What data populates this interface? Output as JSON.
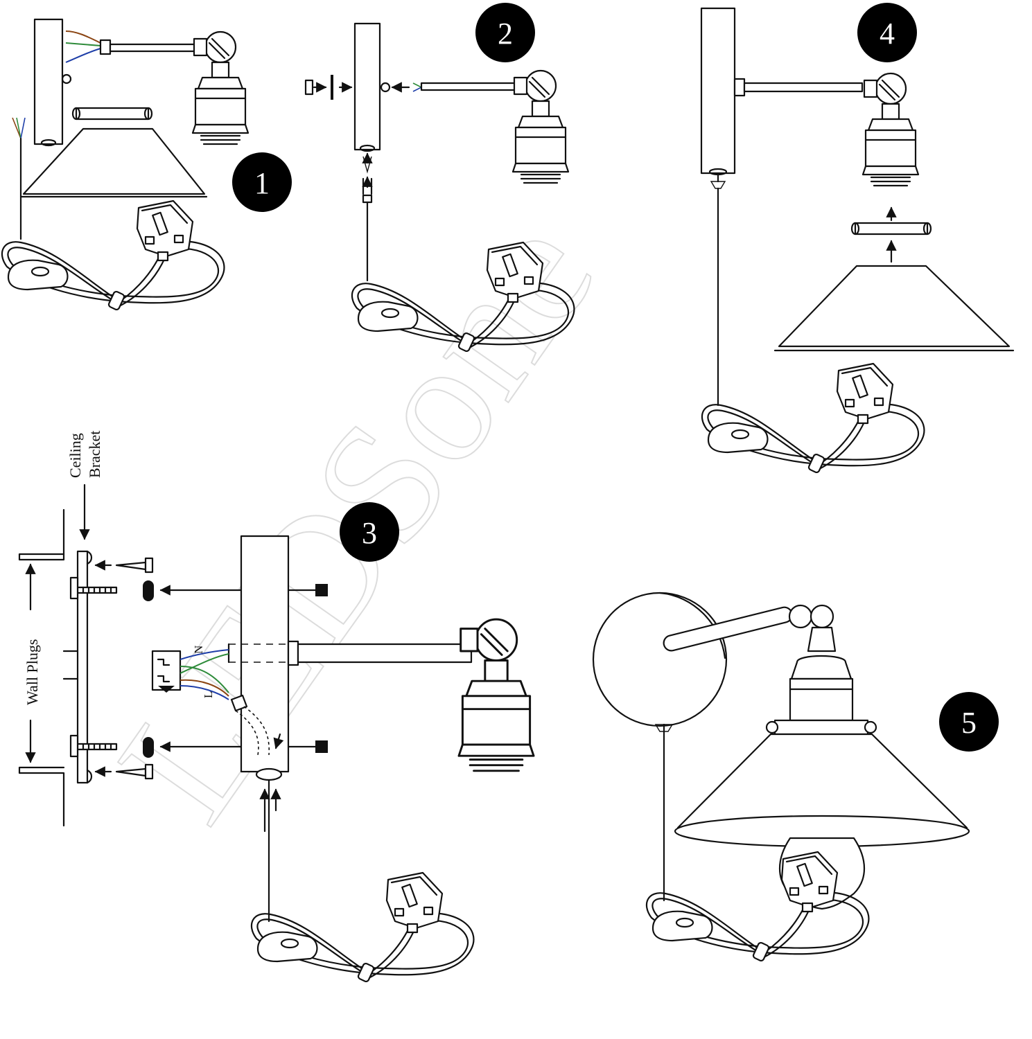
{
  "watermark": "LEDSone",
  "steps": [
    "1",
    "2",
    "3",
    "4",
    "5"
  ],
  "labels": {
    "ceiling_bracket_line1": "Ceiling",
    "ceiling_bracket_line2": "Bracket",
    "wall_plugs": "Wall Plugs",
    "neutral": "N",
    "live": "L"
  },
  "colors": {
    "wire_brown": "#8b4513",
    "wire_blue": "#1e3ea8",
    "wire_green": "#2e8b3a",
    "line": "#111111"
  }
}
